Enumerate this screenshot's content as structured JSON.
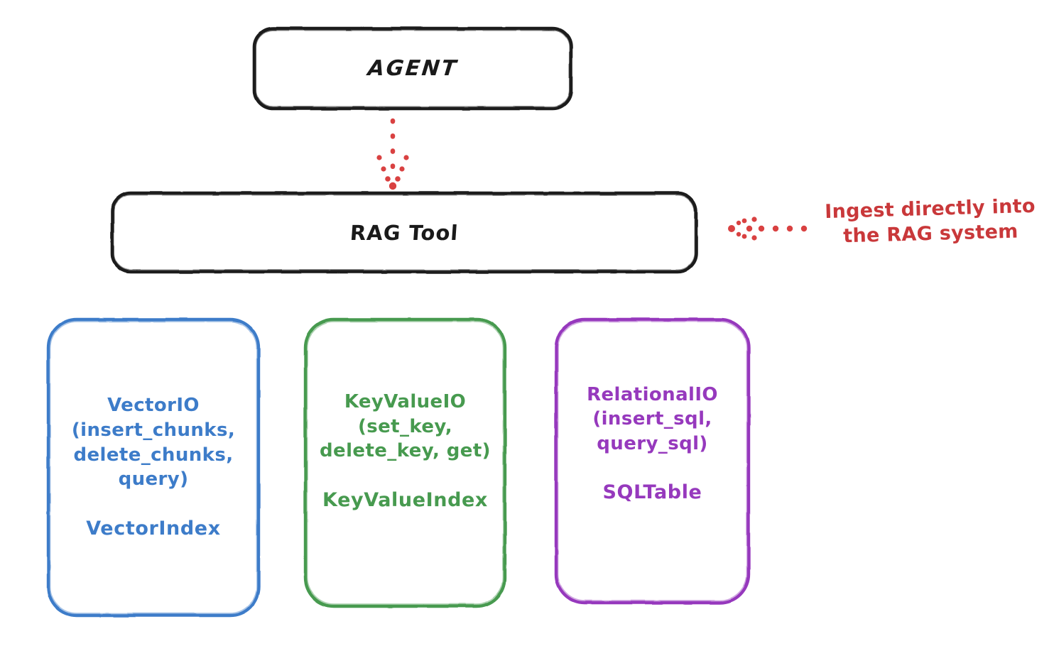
{
  "diagram": {
    "title_node": {
      "label": "AGENT"
    },
    "tool_node": {
      "label": "RAG Tool"
    },
    "annotation": {
      "line1": "Ingest directly into",
      "line2": "the RAG system",
      "color": "#c9383a",
      "arrow": "dotted-arrow-left-icon"
    },
    "connector": {
      "from": "AGENT",
      "to": "RAG Tool",
      "style": "dotted",
      "color": "#d94141",
      "direction": "down"
    },
    "leaves": [
      {
        "id": "vectorio",
        "color": "#3d7cc9",
        "api_lines": [
          "VectorIO",
          "(insert_chunks,",
          "delete_chunks,",
          "query)"
        ],
        "index_lines": [
          "VectorIndex"
        ]
      },
      {
        "id": "keyvalueio",
        "color": "#479a4f",
        "api_lines": [
          "KeyValueIO",
          "(set_key,",
          "delete_key, get)"
        ],
        "index_lines": [
          "KeyValueIndex"
        ]
      },
      {
        "id": "relationalio",
        "color": "#9639bd",
        "api_lines": [
          "RelationalIO",
          "(insert_sql,",
          "query_sql)"
        ],
        "index_lines": [
          "SQLTable"
        ]
      }
    ]
  }
}
